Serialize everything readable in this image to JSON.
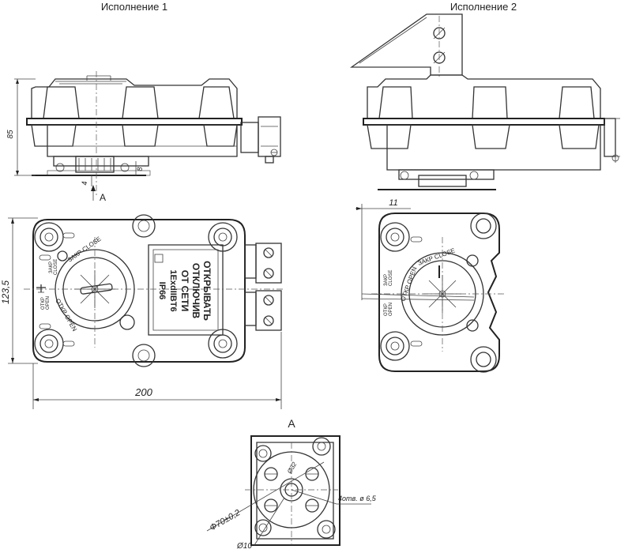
{
  "views": {
    "variant1_title": "Исполнение 1",
    "variant2_title": "Исполнение 2",
    "section_a_title": "А",
    "view_arrow_label": "А"
  },
  "dimensions": {
    "height_85": "85",
    "side_4": "4",
    "side_8": "8",
    "height_123_5": "123,5",
    "width_200": "200",
    "offset_11": "11",
    "dia_70": "Ф70±0,2",
    "holes_4": "4отв. ø 6,5",
    "dia_10": "Ø10",
    "dia_32": "Ø32"
  },
  "nameplate": {
    "line1": "ОТКРЫВАТЬ",
    "line2": "ОТКЛЮЧИВ",
    "line3": "ОТ СЕТИ",
    "line4": "1ExdIIBT6",
    "line5": "IP66"
  },
  "dial": {
    "zakr": "ЗАКР",
    "close": "CLOSE",
    "otkr": "ОТКР",
    "open": "OPEN",
    "ring_label1": "ОТКР OPEN",
    "ring_label2": "ЗАКР CLOSE"
  }
}
